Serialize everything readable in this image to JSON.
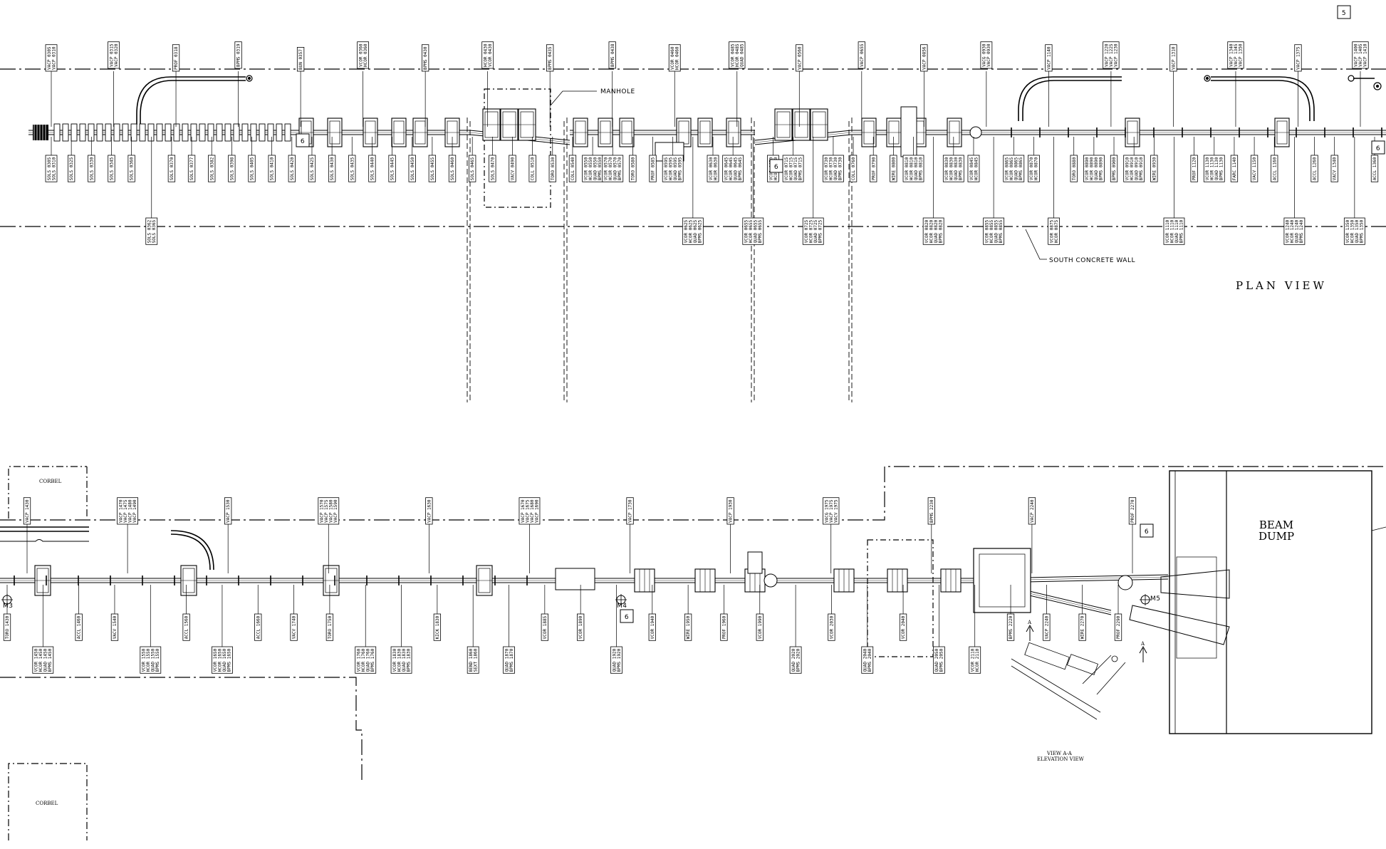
{
  "title": "PLAN VIEW",
  "notes": {
    "manhole": "MANHOLE",
    "south_wall": "SOUTH CONCRETE WALL",
    "beam_dump_line1": "BEAM",
    "beam_dump_line2": "DUMP",
    "corbel_upper": "CORBEL",
    "corbel_lower": "CORBEL",
    "view_aa_line1": "VIEW A-A",
    "view_aa_line2": "ELEVATION VIEW",
    "arrow_a": "A"
  },
  "monuments": [
    "M3",
    "M4",
    "M5"
  ],
  "callouts": [
    "5",
    "6",
    "6",
    "6",
    "6",
    "6"
  ],
  "top_row": {
    "above": [
      [
        "VACP 0305",
        "VACP 0310"
      ],
      [
        "VACP 0315",
        "VACP 0320"
      ],
      [
        "PROF 0318"
      ],
      [
        "BPMS 0319"
      ],
      [
        "BUN 0357"
      ],
      [
        "VCOR 0360",
        "HCOR 0360"
      ],
      [
        "BPMS 0430"
      ],
      [
        "HCOR 0430",
        "VCOR 0430"
      ],
      [
        "BPMS 0435"
      ],
      [
        "BPMS 0438"
      ],
      [
        "VCOR 0460",
        "HCOR 0460"
      ],
      [
        "VCOR 0485",
        "HCOR 0485",
        "QUAD 0485"
      ],
      [
        "VACP 0560"
      ],
      [
        "VACP 0655"
      ],
      [
        "VACP 0856"
      ],
      [
        "VACG 0930",
        "VACP 0930"
      ],
      [
        "VACP 1140"
      ],
      [
        "VACP 1220",
        "VACP 1225",
        "VACP 1230"
      ],
      [
        "VACP 1310"
      ],
      [
        "VACP 1340",
        "VACP 1345",
        "VACP 1350"
      ],
      [
        "VACP 1375"
      ],
      [
        "VACP 1400",
        "VACP 1405",
        "VACP 1410"
      ]
    ],
    "below": [
      [
        "SOLS 0305",
        "SOLS 0310"
      ],
      [
        "SOLS 0325"
      ],
      [
        "SOLS 0330"
      ],
      [
        "SOLS 0345"
      ],
      [
        "SOLS 0360"
      ],
      [
        "SOLS 0362",
        "SOLS 0365"
      ],
      [
        "SOLS 0370"
      ],
      [
        "SOLS 0377"
      ],
      [
        "SOLS 0382"
      ],
      [
        "SOLS 0398"
      ],
      [
        "SOLS 0405"
      ],
      [
        "SOLS 0410"
      ],
      [
        "SOLS 0420"
      ],
      [
        "SOLS 0425"
      ],
      [
        "SOLS 0430"
      ],
      [
        "SOLS 0435"
      ],
      [
        "SOLS 0440"
      ],
      [
        "SOLS 0445"
      ],
      [
        "SOLS 0450"
      ],
      [
        "SOLS 0455"
      ],
      [
        "SOLS 0460"
      ],
      [
        "SOLS 0465"
      ],
      [
        "SOLS 0470"
      ],
      [
        "VACV 0490"
      ],
      [
        "COLL 0510"
      ],
      [
        "TORO 0530"
      ],
      [
        "COLL 0540"
      ],
      [
        "VCOR 0550",
        "HCOR 0550",
        "QUAD 0550",
        "BPMS 0550"
      ],
      [
        "VCOR 0570",
        "HCOR 0570",
        "QUAD 0570",
        "BPMS 0570"
      ],
      [
        "TORO 0580"
      ],
      [
        "PROF 0585"
      ],
      [
        "VCOR 0595",
        "HCOR 0595",
        "QUAD 0595",
        "BPMS 0595"
      ],
      [
        "VCOR 0625",
        "HCOR 0625",
        "QUAD 0625",
        "BPMS 0625"
      ],
      [
        "VCOR 0630",
        "HCOR 0630"
      ],
      [
        "VCOR 0645",
        "HCOR 0645",
        "QUAD 0645",
        "BPMS 0645"
      ],
      [
        "VCOR 0655",
        "HCOR 0655",
        "QUAD 0655",
        "BPMS 0655"
      ],
      [
        "VCOR 0670",
        "HCOR 0670"
      ],
      [
        "VCOR 0715",
        "HCOR 0715",
        "QUAD 0715",
        "BPMS 0715"
      ],
      [
        "VCOR 0725",
        "HCOR 0725",
        "QUAD 0725",
        "BPMS 0725"
      ],
      [
        "VCOR 0730",
        "HCOR 0730",
        "QUAD 0730",
        "BPMS 0730"
      ],
      [
        "COLL 0760"
      ],
      [
        "PROF 0790"
      ],
      [
        "WIRE 0800"
      ],
      [
        "VCOR 0810",
        "HCOR 0810",
        "QUAD 0810",
        "BPMS 0810"
      ],
      [
        "VCOR 0820",
        "HCOR 0820",
        "QUAD 0820",
        "BPMS 0820"
      ],
      [
        "VCOR 0830",
        "HCOR 0830",
        "QUAD 0830",
        "BPMS 0830"
      ],
      [
        "VCOR 0845",
        "HCOR 0845"
      ],
      [
        "VCOR 0855",
        "HCOR 0855",
        "QUAD 0855",
        "BPMS 0855"
      ],
      [
        "VCOR 0865",
        "HCOR 0865",
        "QUAD 0865",
        "BPMS 0865"
      ],
      [
        "VCOR 0870",
        "HCOR 0870"
      ],
      [
        "VCOR 0875",
        "HCOR 0875"
      ],
      [
        "TORO 0880"
      ],
      [
        "VCOR 0890",
        "HCOR 0890",
        "QUAD 0890",
        "BPMS 0890"
      ],
      [
        "BPMS 0900"
      ],
      [
        "VCOR 0910",
        "HCOR 0910",
        "QUAD 0910",
        "BPMS 0910"
      ],
      [
        "WIRE 0930"
      ],
      [
        "VCOR 1110",
        "HCOR 1110",
        "QUAD 1110",
        "BPMS 1110"
      ],
      [
        "PROF 1120"
      ],
      [
        "VCOR 1130",
        "HCOR 1130",
        "QUAD 1130",
        "BPMS 1130"
      ],
      [
        "FARC 1140"
      ],
      [
        "VACV 1150"
      ],
      [
        "ACCL 1160"
      ],
      [
        "VCOR 1240",
        "HCOR 1240",
        "QUAD 1240",
        "BPMS 1240"
      ],
      [
        "ACCL 1260"
      ],
      [
        "VACV 1340"
      ],
      [
        "VCOR 1350",
        "HCOR 1350",
        "QUAD 1350",
        "BPMS 1350"
      ],
      [
        "ACCL 1360"
      ]
    ]
  },
  "bottom_row": {
    "above": [
      [
        "VACP 1430"
      ],
      [
        "VACP 1470",
        "VACP 1475",
        "VACP 1480",
        "VACP 1490"
      ],
      [
        "VACP 1530"
      ],
      [
        "VACP 1570",
        "VACP 1575",
        "VACP 1580",
        "VACP 1590"
      ],
      [
        "VACP 1630"
      ],
      [
        "VACP 1670",
        "VACP 1675",
        "VACP 1680",
        "VACP 1690"
      ],
      [
        "VACP 1730"
      ],
      [
        "VACP 1930"
      ],
      [
        "VACG 1975",
        "VACP 1975",
        "VACV 1975"
      ],
      [
        "BPMS 2230"
      ],
      [
        "VACP 2240"
      ],
      [
        "PROF 2270"
      ]
    ],
    "below": [
      [
        "TORO 1430"
      ],
      [
        "VCOR 1450",
        "HCOR 1450",
        "QUAD 1450",
        "BPMS 1450"
      ],
      [
        "ACCL 1460"
      ],
      [
        "VACV 1540"
      ],
      [
        "VCOR 1550",
        "HCOR 1550",
        "QUAD 1550",
        "BPMS 1550"
      ],
      [
        "ACCL 1560"
      ],
      [
        "VCOR 1650",
        "HCOR 1650",
        "QUAD 1650",
        "BPMS 1650"
      ],
      [
        "ACCL 1660"
      ],
      [
        "VACV 1740"
      ],
      [
        "TORO 1750"
      ],
      [
        "VCOR 1760",
        "HCOR 1760",
        "QUAD 1760",
        "BPMS 1760"
      ],
      [
        "VCOR 1830",
        "HCOR 1830",
        "QUAD 1830",
        "BPMS 1830"
      ],
      [
        "KICK 1830"
      ],
      [
        "BEND 1860",
        "SEXT 1860"
      ],
      [
        "QUAD 1870",
        "BPMS 1870"
      ],
      [
        "VCOR 1885"
      ],
      [
        "VCOR 1890"
      ],
      [
        "QUAD 1920",
        "BPMS 1920"
      ],
      [
        "VCOR 1940"
      ],
      [
        "WIRE 1950"
      ],
      [
        "PROF 1960"
      ],
      [
        "VCOR 1990"
      ],
      [
        "QUAD 2020",
        "BPMS 2020"
      ],
      [
        "VCOR 2030"
      ],
      [
        "QUAD 2040",
        "BPMS 2040"
      ],
      [
        "VCOR 2040"
      ],
      [
        "QUAD 2050",
        "BPMS 2050"
      ],
      [
        "VCOR 2110",
        "HCOR 2110"
      ],
      [
        "BPMS 2220"
      ],
      [
        "VACP 2240"
      ],
      [
        "WIRE 2270"
      ],
      [
        "PROF 2290"
      ]
    ]
  }
}
